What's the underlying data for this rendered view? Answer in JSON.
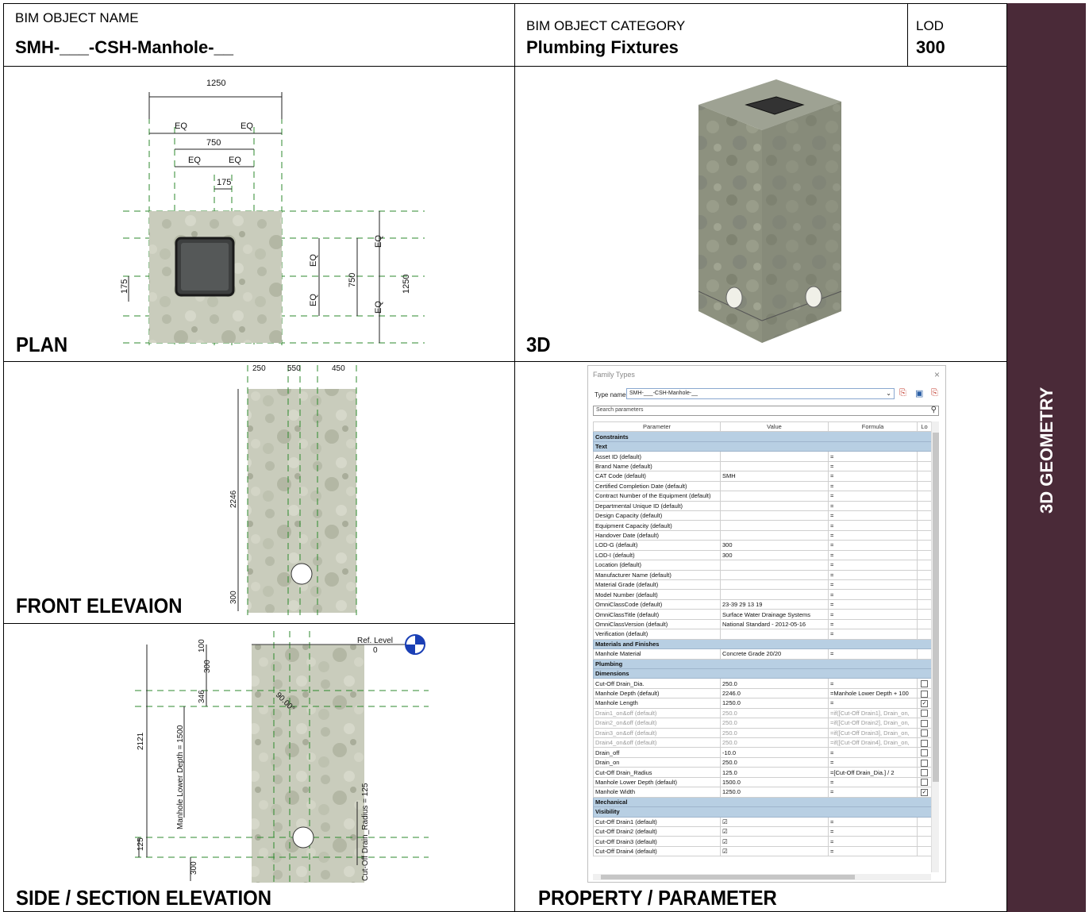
{
  "header": {
    "object_name_label": "BIM OBJECT NAME",
    "object_name": "SMH-___-CSH-Manhole-__",
    "category_label": "BIM OBJECT CATEGORY",
    "category": "Plumbing Fixtures",
    "lod_label": "LOD",
    "lod": "300"
  },
  "side_band": {
    "label": "3D GEOMETRY",
    "color": "#4a2a38"
  },
  "views": {
    "plan": "PLAN",
    "three_d": "3D",
    "front": "FRONT ELEVAION",
    "side": "SIDE / SECTION ELEVATION",
    "property": "PROPERTY / PARAMETER"
  },
  "plan_dims": {
    "top": "1250",
    "eq": "EQ",
    "mid": "750",
    "small": "175",
    "left": "175",
    "right_mid": "750",
    "right_total": "1250"
  },
  "front_dims": {
    "d1": "250",
    "d2": "550",
    "d3": "450",
    "height": "2246",
    "bottom": "300"
  },
  "side_dims": {
    "ref_level": "Ref. Level",
    "ref_value": "0",
    "d100": "100",
    "d300": "300",
    "d346": "346",
    "d2121": "2121",
    "lower_depth": "Manhole Lower Depth = 1500",
    "d125": "125",
    "d300b": "300",
    "radius": "Cut-Off Drain_Radius = 125",
    "angle": "90.00°"
  },
  "dialog": {
    "title": "Family Types",
    "close": "×",
    "type_name_label": "Type name:",
    "type_name": "SMH-___-CSH-Manhole-__",
    "search_placeholder": "Search parameters",
    "columns": [
      "Parameter",
      "Value",
      "Formula",
      "Lo"
    ],
    "rows": [
      {
        "g": "Constraints"
      },
      {
        "g": "Text"
      },
      {
        "p": "Asset ID (default)",
        "v": "",
        "f": "="
      },
      {
        "p": "Brand Name (default)",
        "v": "",
        "f": "="
      },
      {
        "p": "CAT Code (default)",
        "v": "SMH",
        "f": "="
      },
      {
        "p": "Certified Completion Date (default)",
        "v": "",
        "f": "="
      },
      {
        "p": "Contract Number of the Equipment (default)",
        "v": "",
        "f": "="
      },
      {
        "p": "Departmental Unique ID (default)",
        "v": "",
        "f": "="
      },
      {
        "p": "Design Capacity (default)",
        "v": "",
        "f": "="
      },
      {
        "p": "Equipment Capacity (default)",
        "v": "",
        "f": "="
      },
      {
        "p": "Handover Date (default)",
        "v": "",
        "f": "="
      },
      {
        "p": "LOD-G (default)",
        "v": "300",
        "f": "="
      },
      {
        "p": "LOD-I (default)",
        "v": "300",
        "f": "="
      },
      {
        "p": "Location (default)",
        "v": "",
        "f": "="
      },
      {
        "p": "Manufacturer Name (default)",
        "v": "",
        "f": "="
      },
      {
        "p": "Material Grade (default)",
        "v": "",
        "f": "="
      },
      {
        "p": "Model Number (default)",
        "v": "",
        "f": "="
      },
      {
        "p": "OmniClassCode (default)",
        "v": "23-39 29 13 19",
        "f": "="
      },
      {
        "p": "OmniClassTitle (default)",
        "v": "Surface Water Drainage Systems",
        "f": "="
      },
      {
        "p": "OmniClassVersion (default)",
        "v": "National Standard - 2012-05-16",
        "f": "="
      },
      {
        "p": "Verification (default)",
        "v": "",
        "f": "="
      },
      {
        "g": "Materials and Finishes"
      },
      {
        "p": "Manhole Material",
        "v": "Concrete Grade 20/20",
        "f": "="
      },
      {
        "g": "Plumbing"
      },
      {
        "g": "Dimensions"
      },
      {
        "p": "Cut-Off Drain_Dia.",
        "v": "250.0",
        "f": "=",
        "l": "off"
      },
      {
        "p": "Manhole Depth (default)",
        "v": "2246.0",
        "f": "=Manhole Lower Depth + 100",
        "l": "off"
      },
      {
        "p": "Manhole Length",
        "v": "1250.0",
        "f": "=",
        "l": "on"
      },
      {
        "p": "Drain1_on&off (default)",
        "v": "250.0",
        "f": "=if([Cut-Off Drain1], Drain_on,",
        "l": "off",
        "dim": true
      },
      {
        "p": "Drain2_on&off (default)",
        "v": "250.0",
        "f": "=if([Cut-Off Drain2], Drain_on,",
        "l": "off",
        "dim": true
      },
      {
        "p": "Drain3_on&off (default)",
        "v": "250.0",
        "f": "=if([Cut-Off Drain3], Drain_on,",
        "l": "off",
        "dim": true
      },
      {
        "p": "Drain4_on&off (default)",
        "v": "250.0",
        "f": "=if([Cut-Off Drain4], Drain_on,",
        "l": "off",
        "dim": true
      },
      {
        "p": "Drain_off",
        "v": "-10.0",
        "f": "=",
        "l": "off"
      },
      {
        "p": "Drain_on",
        "v": "250.0",
        "f": "=",
        "l": "off"
      },
      {
        "p": "Cut-Off Drain_Radius",
        "v": "125.0",
        "f": "=[Cut-Off Drain_Dia.] / 2",
        "l": "off"
      },
      {
        "p": "Manhole Lower Depth (default)",
        "v": "1500.0",
        "f": "=",
        "l": "off"
      },
      {
        "p": "Manhole Width",
        "v": "1250.0",
        "f": "=",
        "l": "on"
      },
      {
        "g": "Mechanical"
      },
      {
        "g": "Visibility"
      },
      {
        "p": "Cut-Off Drain1 (default)",
        "v": "☑",
        "f": "="
      },
      {
        "p": "Cut-Off Drain2 (default)",
        "v": "☑",
        "f": "="
      },
      {
        "p": "Cut-Off Drain3 (default)",
        "v": "☑",
        "f": "="
      },
      {
        "p": "Cut-Off Drain4 (default)",
        "v": "☑",
        "f": "="
      }
    ]
  }
}
